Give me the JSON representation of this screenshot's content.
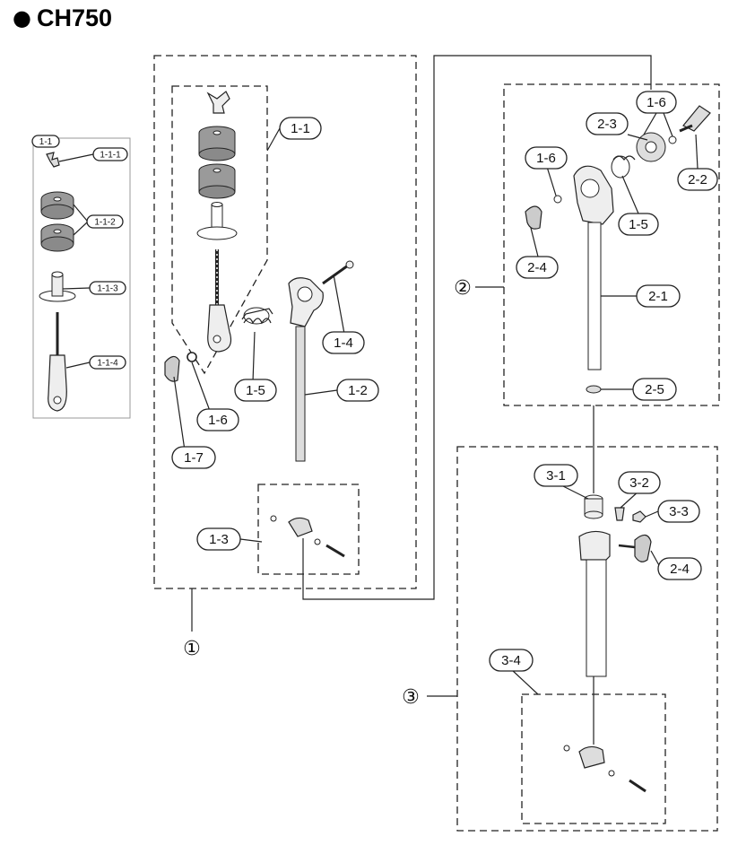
{
  "title": {
    "bullet": "●",
    "text": "CH750"
  },
  "inset": {
    "header": "1-1",
    "labels": [
      "1-1-1",
      "1-1-2",
      "1-1-3",
      "1-1-4"
    ]
  },
  "groups": [
    {
      "symbol": "①",
      "labels": [
        "1-1",
        "1-2",
        "1-3",
        "1-4",
        "1-5",
        "1-6",
        "1-7"
      ]
    },
    {
      "symbol": "②",
      "labels": [
        "2-1",
        "2-2",
        "2-3",
        "2-4",
        "2-5",
        "1-5",
        "1-6",
        "1-6"
      ]
    },
    {
      "symbol": "③",
      "labels": [
        "3-1",
        "3-2",
        "3-3",
        "3-4",
        "2-4"
      ]
    }
  ],
  "colors": {
    "line": "#222222",
    "rubber": "#9a9a9a",
    "background": "#ffffff"
  }
}
